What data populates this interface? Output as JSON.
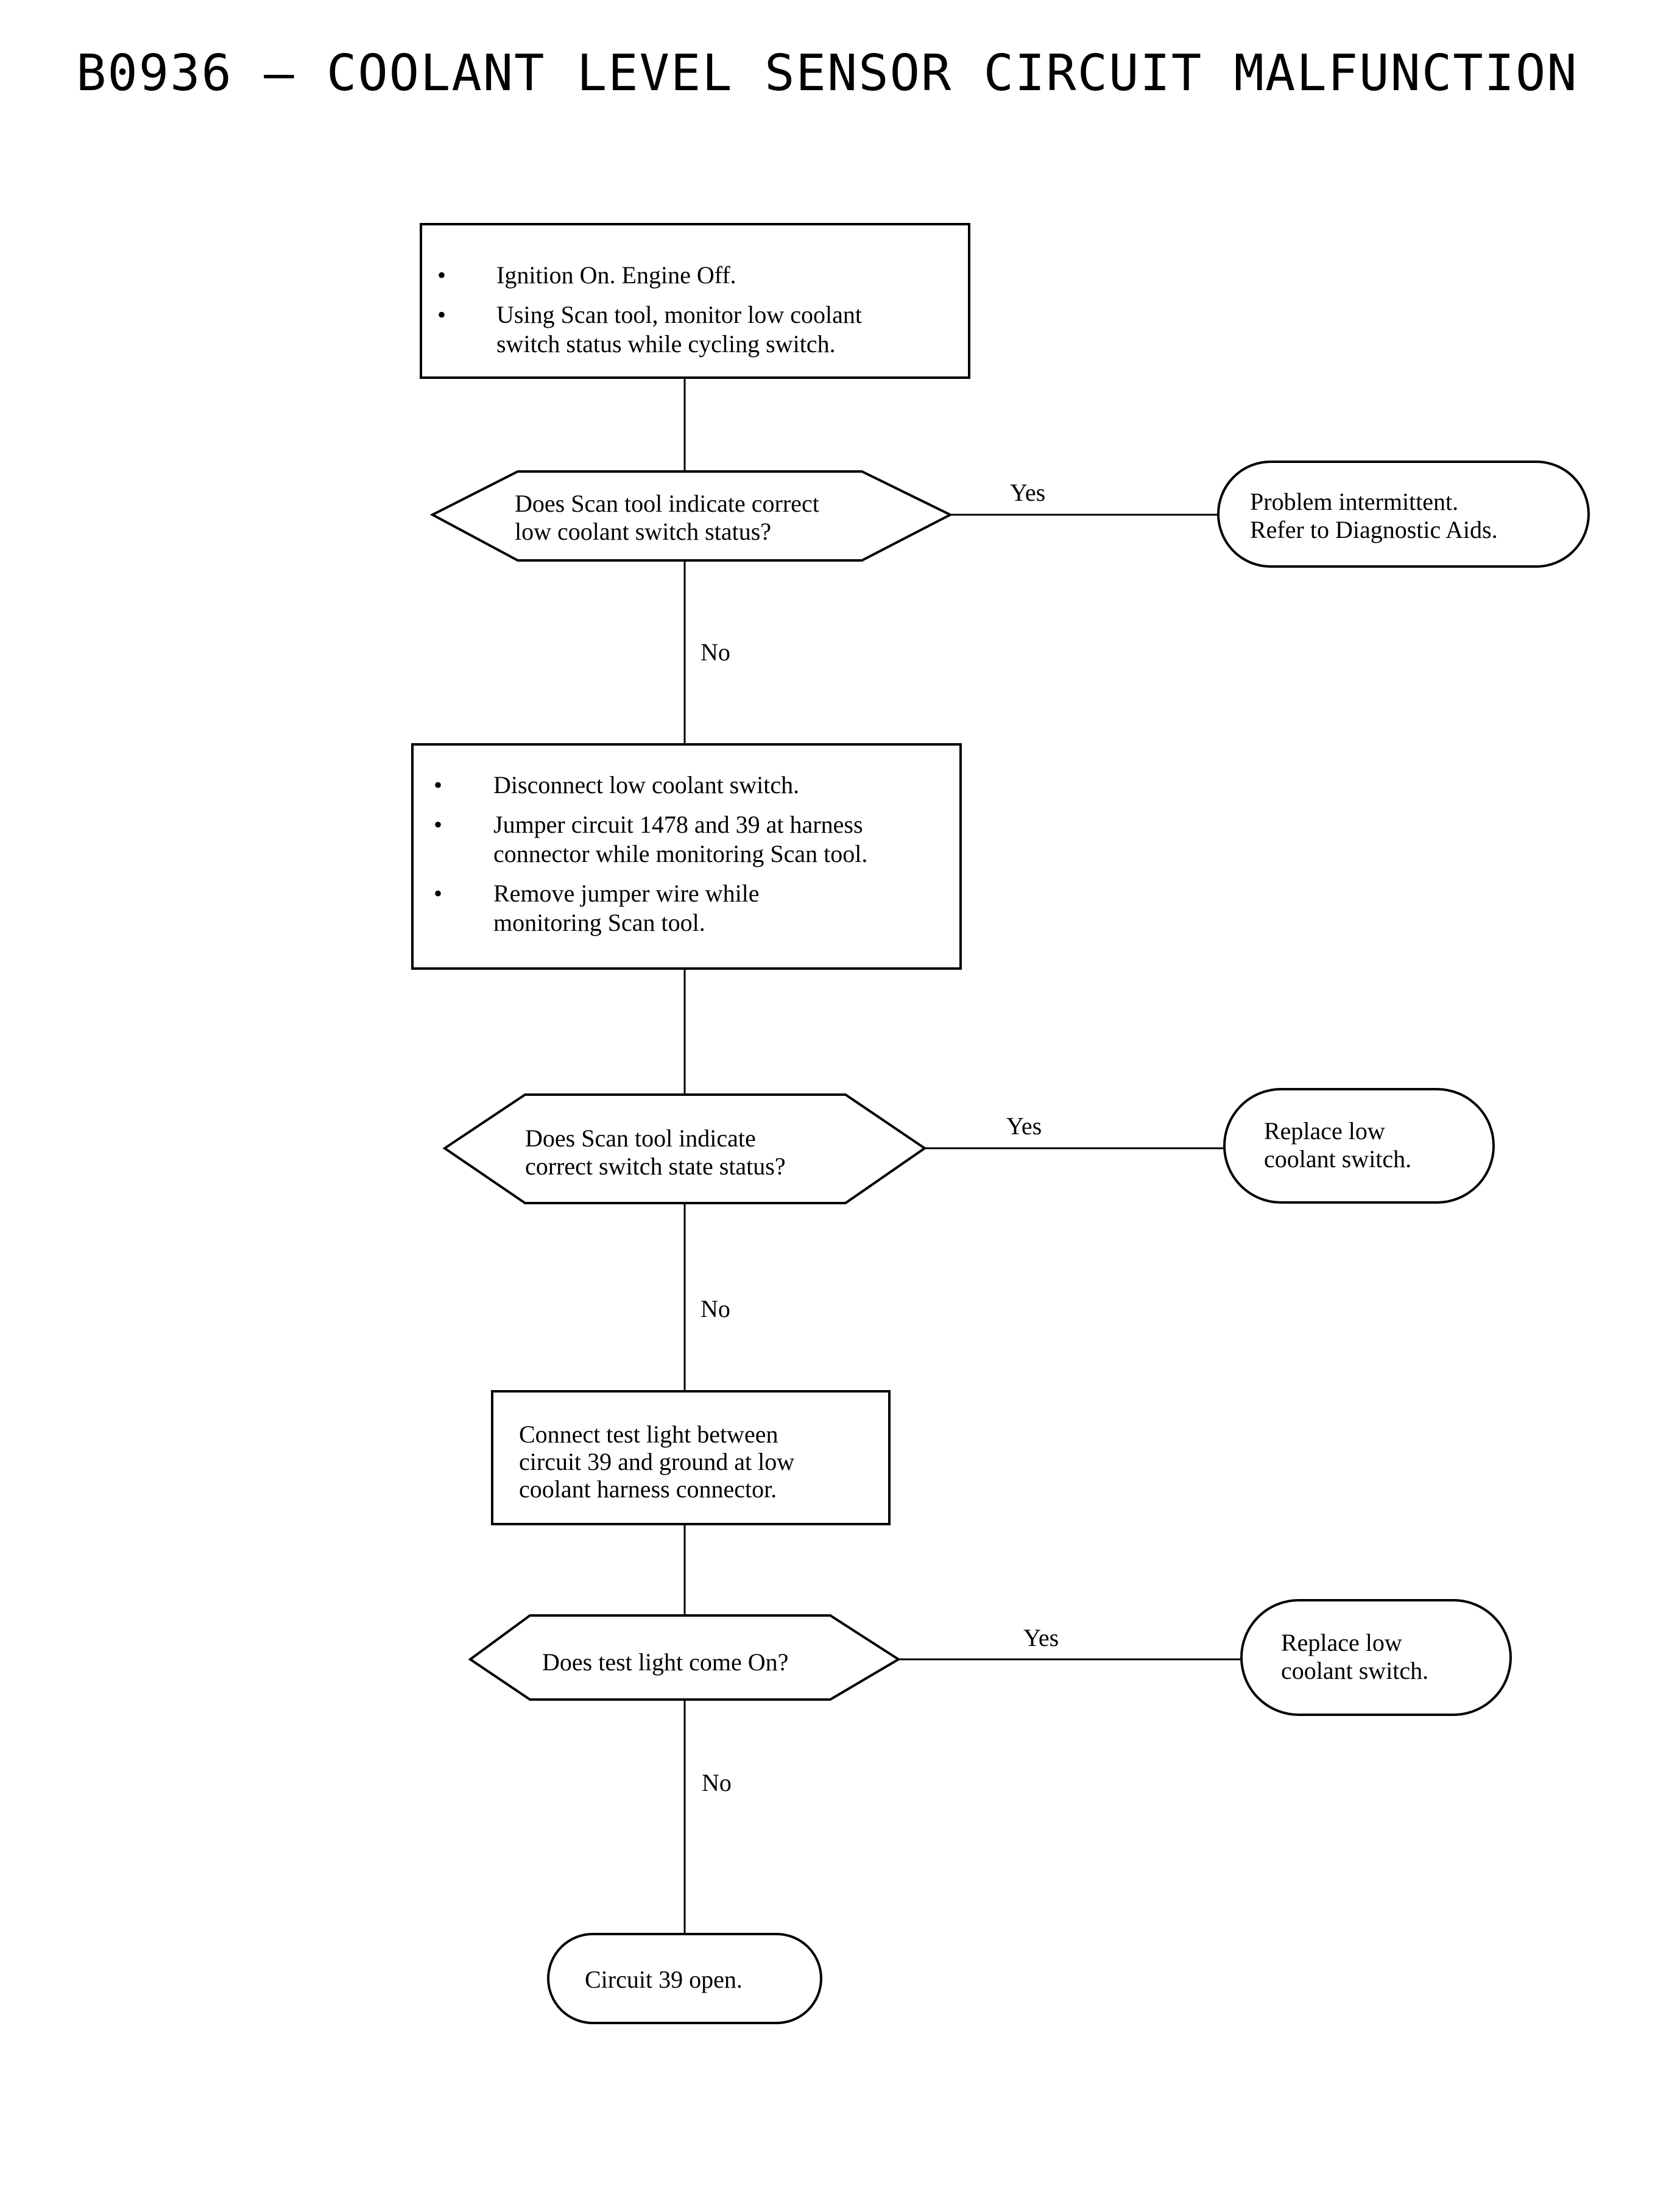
{
  "title": "B0936 – COOLANT LEVEL SENSOR CIRCUIT MALFUNCTION",
  "step1": {
    "bullet": "•",
    "items": [
      [
        "Ignition On. Engine Off."
      ],
      [
        "Using Scan tool, monitor low coolant",
        "switch status while cycling switch."
      ]
    ]
  },
  "decision1": {
    "lines": [
      "Does Scan tool indicate correct",
      "low coolant switch status?"
    ],
    "yes": "Yes",
    "no": "No"
  },
  "result1": {
    "lines": [
      "Problem intermittent.",
      "Refer to Diagnostic Aids."
    ]
  },
  "step2": {
    "bullet": "•",
    "items": [
      [
        "Disconnect low coolant switch."
      ],
      [
        "Jumper circuit 1478 and 39 at harness",
        "connector while monitoring Scan tool."
      ],
      [
        "Remove jumper wire while",
        "monitoring Scan tool."
      ]
    ]
  },
  "decision2": {
    "lines": [
      "Does Scan tool indicate",
      "correct switch  state status?"
    ],
    "yes": "Yes",
    "no": "No"
  },
  "result2": {
    "lines": [
      "Replace low",
      "coolant switch."
    ]
  },
  "step3": {
    "lines": [
      "Connect test light between",
      "circuit 39 and ground at low",
      "coolant harness connector."
    ]
  },
  "decision3": {
    "lines": [
      "Does test light come On?"
    ],
    "yes": "Yes",
    "no": "No"
  },
  "result3": {
    "lines": [
      "Replace low",
      "coolant switch."
    ]
  },
  "final": {
    "lines": [
      "Circuit 39 open."
    ]
  }
}
